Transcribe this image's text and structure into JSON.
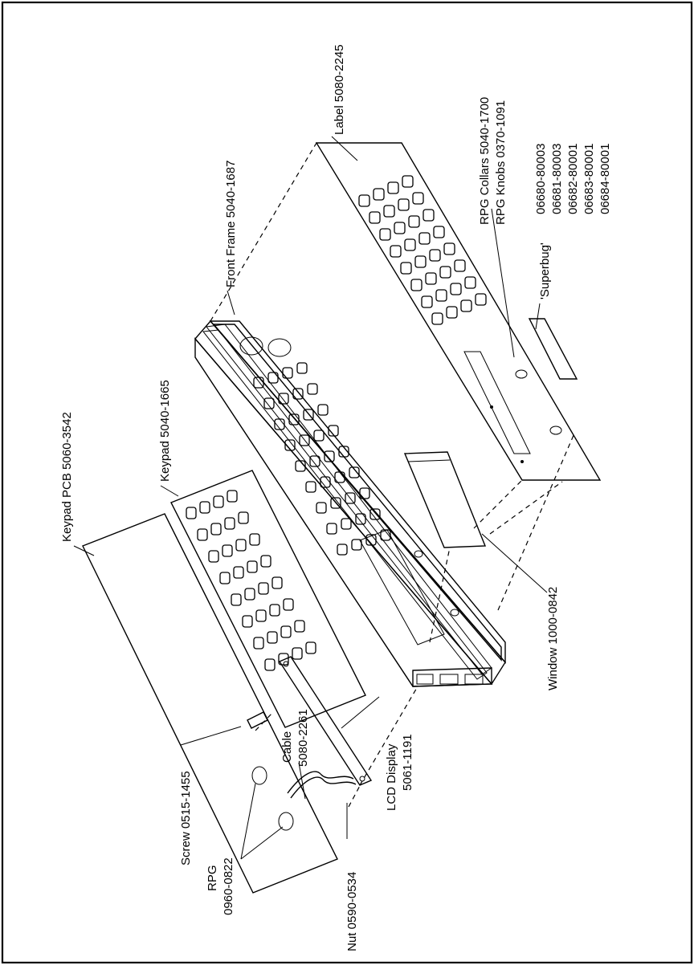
{
  "labels": {
    "keypad_pcb": "Keypad PCB 5060-3542",
    "keypad": "Keypad 5040-1665",
    "front_frame": "Front Frame 5040-1687",
    "label": "Label 5080-2245",
    "rpg_collars": "RPG Collars 5040-1700",
    "rpg_knobs": "RPG Knobs 0370-1091",
    "superbug": "'Superbug'",
    "superbug_numbers": [
      "06680-80003",
      "06681-80003",
      "06682-80001",
      "06683-80001",
      "06684-80001"
    ],
    "window": "Window 1000-0842",
    "lcd_display": "LCD Display",
    "lcd_display_number": "5061-1191",
    "cable": "Cable",
    "cable_number": "5080-2261",
    "screw": "Screw 0515-1455",
    "rpg": "RPG",
    "rpg_number": "0960-0822",
    "nut": "Nut 0590-0534"
  }
}
